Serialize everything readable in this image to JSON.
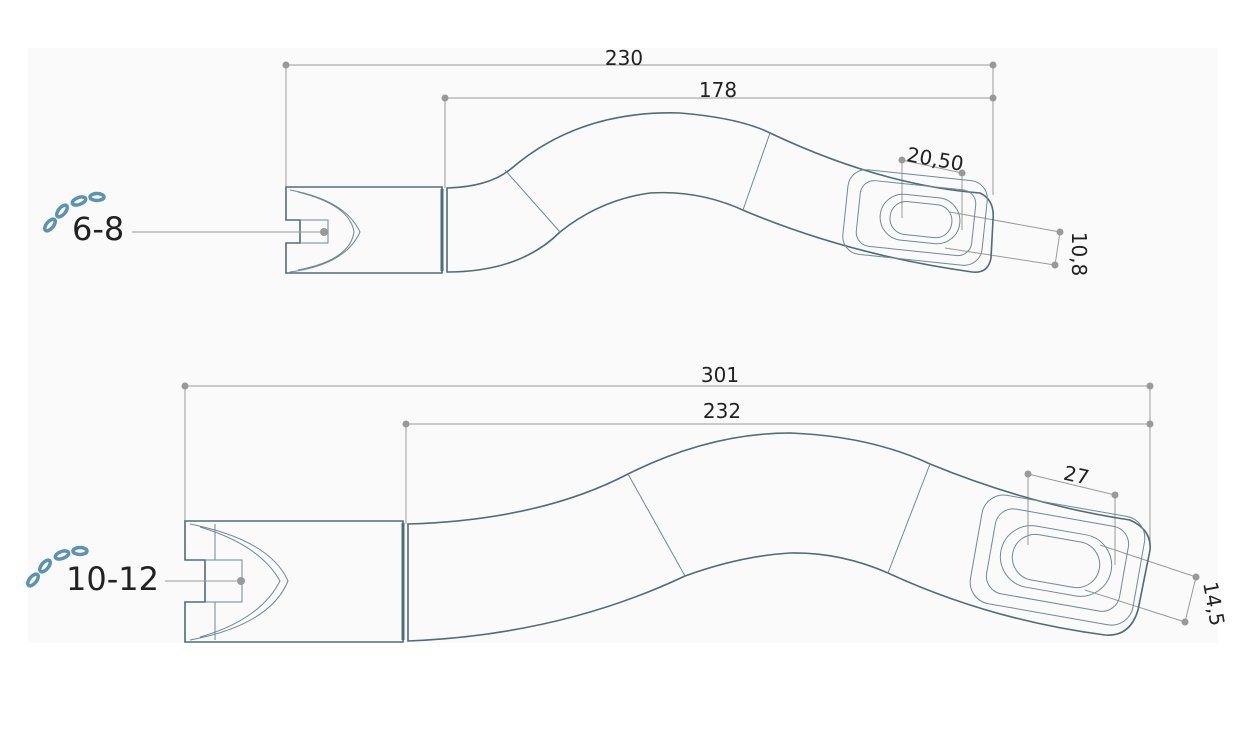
{
  "top_part": {
    "chain_size": "6-8",
    "overall_length": "230",
    "body_length": "178",
    "eye_width": "20,50",
    "eye_height": "10,8"
  },
  "bottom_part": {
    "chain_size": "10-12",
    "overall_length": "301",
    "body_length": "232",
    "eye_width": "27",
    "eye_height": "14,5"
  },
  "colors": {
    "outline": "#4f6c7a",
    "chain": "#5b94b0",
    "dimension": "#9a9a9a"
  }
}
